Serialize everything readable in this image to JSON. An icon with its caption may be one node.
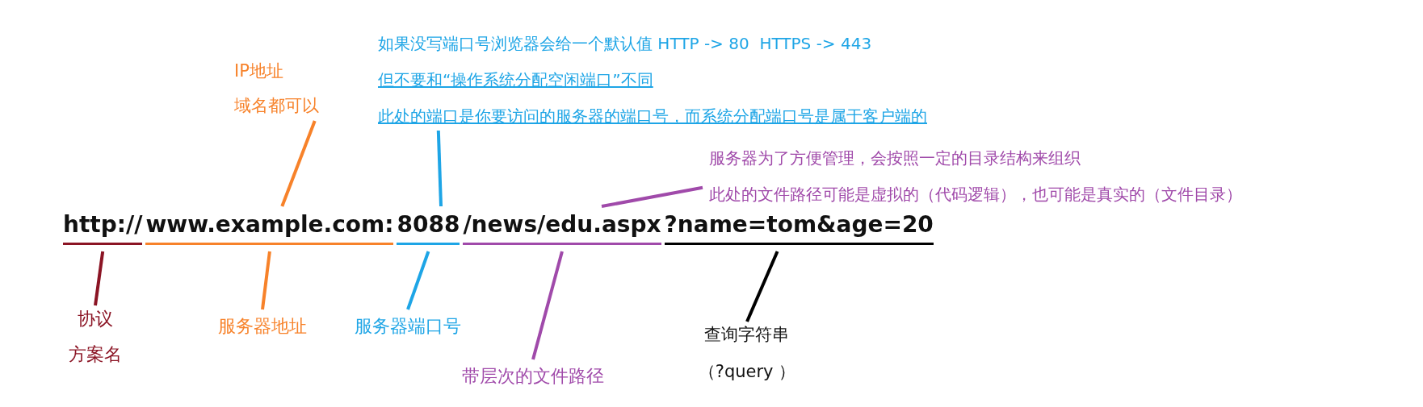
{
  "diagram": {
    "nodes": [
      {
        "text": [
          "http://"
        ]
      },
      {
        "text": [
          "www.example.com:"
        ]
      },
      {
        "text": [
          "8088"
        ]
      },
      {
        "text": [
          "/news/edu.aspx"
        ]
      },
      {
        "text": [
          "?name=tom&age=20"
        ]
      },
      {
        "text": [
          "协议",
          "方案名"
        ]
      },
      {
        "text": [
          "IP地址",
          "域名都可以"
        ]
      },
      {
        "text": [
          "服务器地址"
        ]
      },
      {
        "text": [
          "如果没写端口号浏览器会给一个默认值 HTTP -> 80  HTTPS -> 443",
          "但不要和“操作系统分配空闲端口”不同",
          "此处的端口是你要访问的服务器的端口号，而系统分配端口号是属于客户端的"
        ]
      },
      {
        "text": [
          "服务器端口号"
        ]
      },
      {
        "text": [
          "服务器为了方便管理，会按照一定的目录结构来组织",
          "此处的文件路径可能是虚拟的（代码逻辑），也可能是真实的（文件目录）"
        ]
      },
      {
        "text": [
          "带层次的文件路径"
        ]
      },
      {
        "text": [
          "查询字符串",
          "（?query ）"
        ]
      }
    ],
    "edges": [
      {
        "from": 5,
        "to": 0,
        "arrow": "none",
        "color": "#8b1424"
      },
      {
        "from": 6,
        "to": 1,
        "arrow": "none",
        "color": "#f7822a"
      },
      {
        "from": 8,
        "to": 2,
        "arrow": "none",
        "color": "#1ea5e6"
      },
      {
        "from": 7,
        "to": 1,
        "arrow": "none",
        "color": "#f7822a"
      },
      {
        "from": 9,
        "to": 2,
        "arrow": "none",
        "color": "#1ea5e6"
      },
      {
        "from": 10,
        "to": 3,
        "arrow": "none",
        "color": "#a04aaa"
      },
      {
        "from": 11,
        "to": 3,
        "arrow": "none",
        "color": "#a04aaa"
      },
      {
        "from": 12,
        "to": 4,
        "arrow": "none",
        "color": "#000000"
      }
    ]
  }
}
